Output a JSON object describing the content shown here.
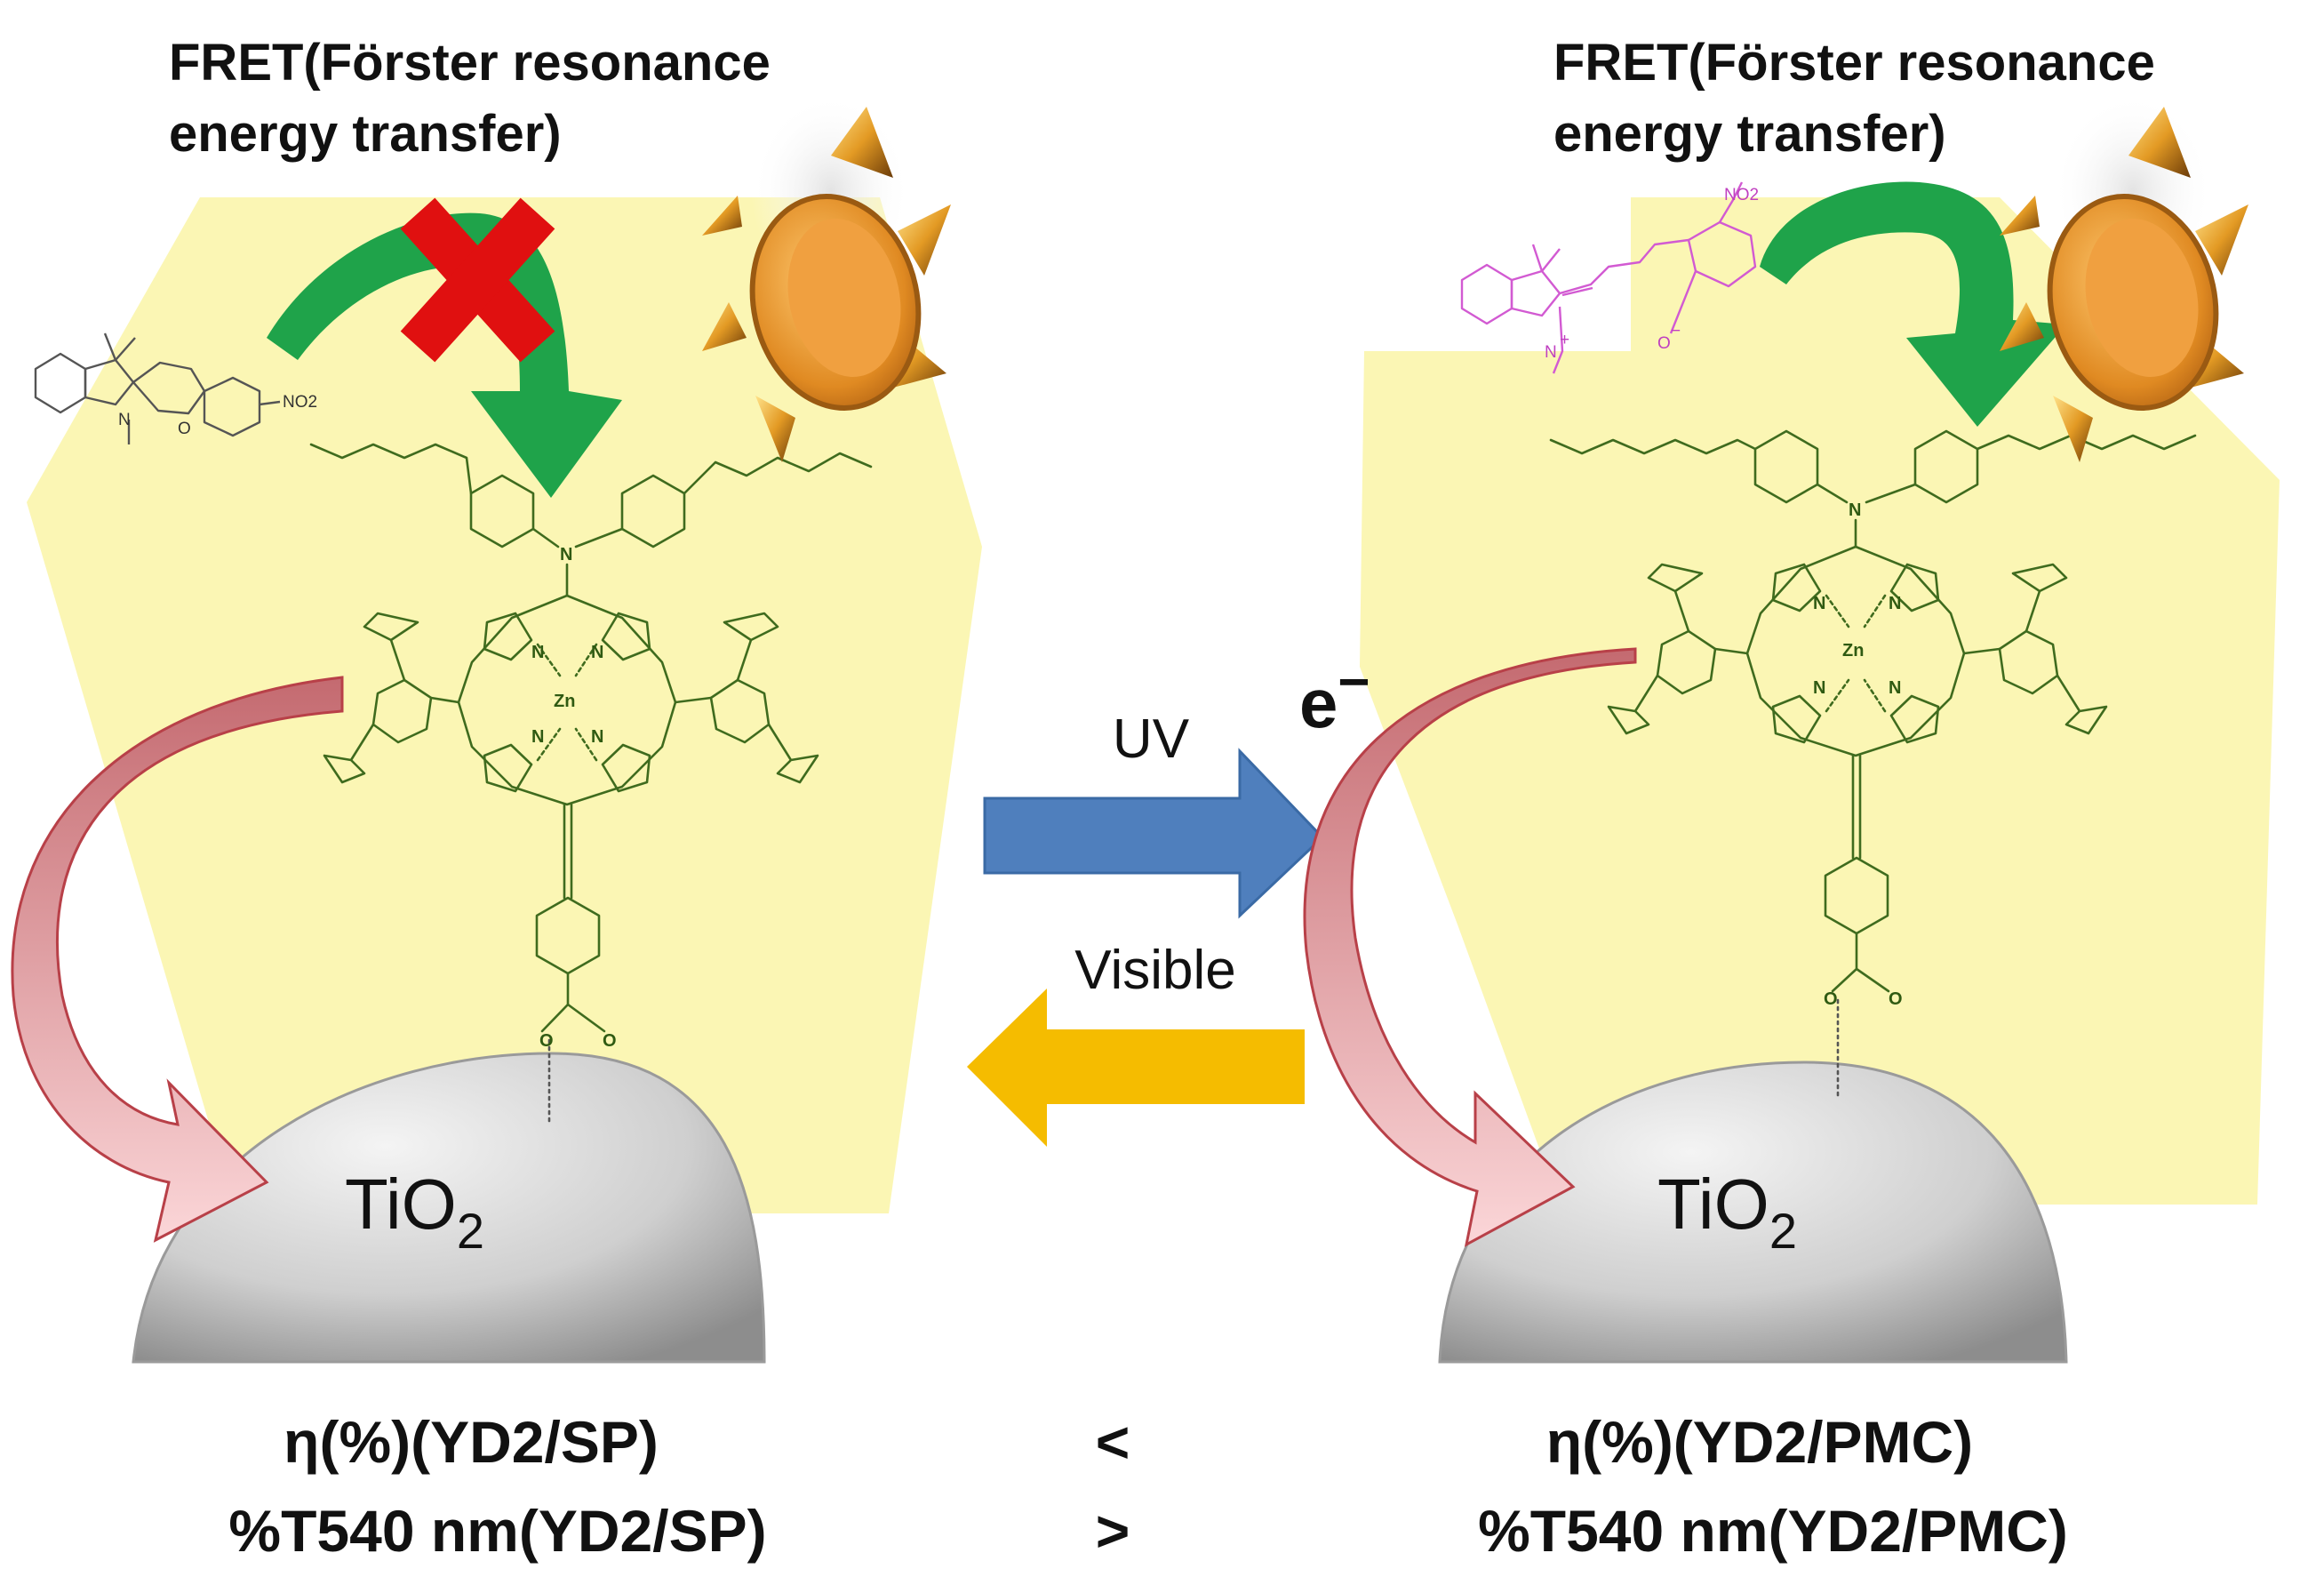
{
  "left_panel": {
    "fret_label_line1": "FRET(Förster resonance",
    "fret_label_line2": "energy transfer)",
    "fret_state": "blocked",
    "substrate_base": "TiO",
    "substrate_sub": "2",
    "efficiency_label": "η(%)(YD2/SP)",
    "transmittance_label": "%T540 nm(YD2/SP)",
    "chem_labels": {
      "n": "N",
      "zn": "Zn",
      "o": "O",
      "sp_no2": "NO2",
      "sp_n": "N",
      "sp_o": "O"
    }
  },
  "right_panel": {
    "fret_label_line1": "FRET(Förster resonance",
    "fret_label_line2": "energy transfer)",
    "fret_state": "active",
    "substrate_base": "TiO",
    "substrate_sub": "2",
    "electron_label": "e",
    "electron_charge": "−",
    "efficiency_label": "η(%)(YD2/PMC)",
    "transmittance_label": "%T540 nm(YD2/PMC)",
    "chem_labels": {
      "n": "N",
      "zn": "Zn",
      "o": "O",
      "pmc_no2": "NO2",
      "pmc_n": "N",
      "pmc_plus": "+",
      "pmc_o": "O",
      "pmc_minus": "−"
    }
  },
  "center": {
    "forward_label": "UV",
    "backward_label": "Visible",
    "efficiency_compare": "<",
    "transmittance_compare": ">"
  },
  "colors": {
    "dye_region": "#fbf5b0",
    "uv_arrow": "#4f7fbd",
    "visible_arrow": "#f5bc00",
    "fret_arrow": "#1fa34a",
    "block_cross": "#e01010",
    "injection_arrow": "#e8a0a4",
    "tio2_surface": "#c8c8c8",
    "sun": "#e09a2a",
    "porphyrin_structure": "#3f6b1e",
    "spiropyran": "#555555",
    "merocyanine": "#d25ad2"
  }
}
